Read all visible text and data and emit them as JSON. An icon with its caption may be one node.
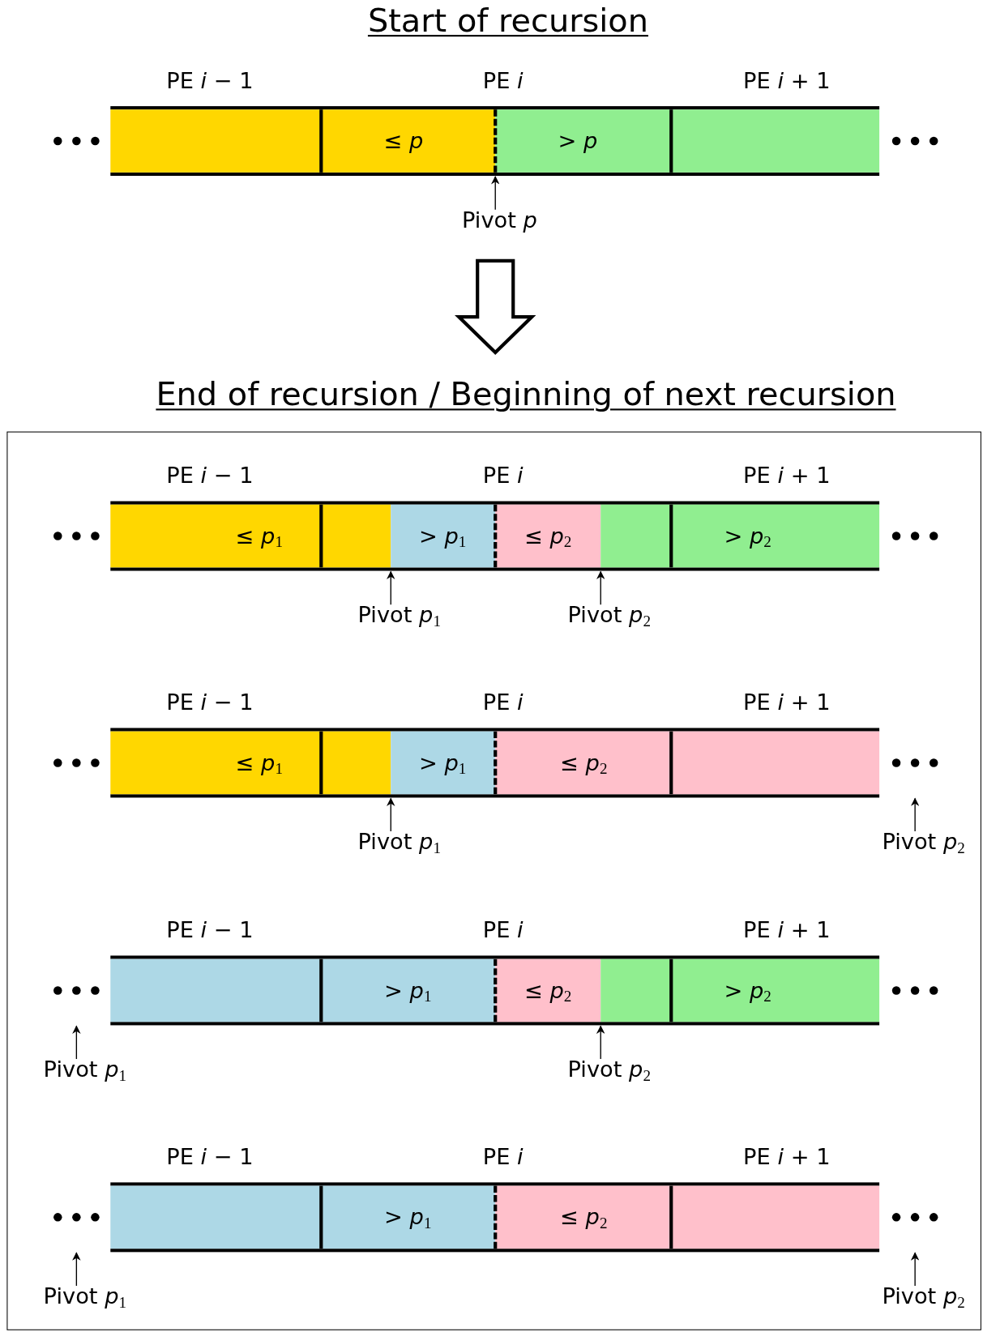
{
  "diagram": {
    "title": "Start of recursion",
    "nodes": [
      {
        "text": [],
        "shape": "bar"
      },
      {
        "text": [
          "≤ *p*"
        ],
        "in": 0
      },
      {
        "text": [
          "> *p*"
        ],
        "in": 0
      },
      {
        "text": [
          "Pivot *p*"
        ]
      },
      {
        "text": [
          "End of recursion / Beginning of next recursion"
        ]
      },
      {
        "text": [],
        "shape": "bar",
        "in": 4
      },
      {
        "text": [
          "≤ *p*$_{1}$"
        ],
        "in": 5
      },
      {
        "text": [
          "> *p*$_{1}$"
        ],
        "in": 5
      },
      {
        "text": [
          "≤ *p*$_{2}$"
        ],
        "in": 5
      },
      {
        "text": [
          "> *p*$_{2}$"
        ],
        "in": 5
      },
      {
        "text": [
          "Pivot *p*$_{1}$"
        ],
        "in": 4
      },
      {
        "text": [
          "Pivot *p*$_{2}$"
        ],
        "in": 4
      },
      {
        "text": [],
        "shape": "bar",
        "in": 4
      },
      {
        "text": [
          "≤ *p*$_{1}$"
        ],
        "in": 12
      },
      {
        "text": [
          "> *p*$_{1}$"
        ],
        "in": 12
      },
      {
        "text": [
          "≤ *p*$_{2}$"
        ],
        "in": 12
      },
      {
        "text": [
          "Pivot *p*$_{1}$"
        ],
        "in": 4
      },
      {
        "text": [
          "Pivot *p*$_{2}$"
        ],
        "in": 4
      },
      {
        "text": [],
        "shape": "bar",
        "in": 4
      },
      {
        "text": [
          "> *p*$_{1}$"
        ],
        "in": 18
      },
      {
        "text": [
          "≤ *p*$_{2}$"
        ],
        "in": 18
      },
      {
        "text": [
          "> *p*$_{2}$"
        ],
        "in": 18
      },
      {
        "text": [
          "Pivot *p*$_{1}$"
        ],
        "in": 4
      },
      {
        "text": [
          "Pivot *p*$_{2}$"
        ],
        "in": 4
      },
      {
        "text": [],
        "shape": "bar",
        "in": 4
      },
      {
        "text": [
          "> *p*$_{1}$"
        ],
        "in": 24
      },
      {
        "text": [
          "≤ *p*$_{2}$"
        ],
        "in": 24
      },
      {
        "text": [
          "Pivot *p*$_{1}$"
        ],
        "in": 4
      },
      {
        "text": [
          "Pivot *p*$_{2}$"
        ],
        "in": 4
      }
    ],
    "edges": [
      {
        "from": 0,
        "to": 4,
        "arrow": "to"
      },
      {
        "from": 3,
        "to": 2,
        "arrow": "to"
      },
      {
        "from": 10,
        "to": 7,
        "arrow": "to"
      },
      {
        "from": 11,
        "to": 8,
        "arrow": "to"
      },
      {
        "from": 16,
        "to": 14,
        "arrow": "to"
      },
      {
        "from": 17,
        "to": null,
        "arrow": "to"
      },
      {
        "from": 22,
        "to": null,
        "arrow": "to"
      },
      {
        "from": 23,
        "to": 20,
        "arrow": "to"
      },
      {
        "from": 27,
        "to": null,
        "arrow": "to"
      },
      {
        "from": 28,
        "to": null,
        "arrow": "to"
      }
    ],
    "labels": [
      "PE *i* − 1",
      "PE *i*",
      "PE *i* + 1",
      "PE *i* − 1",
      "PE *i*",
      "PE *i* + 1",
      "PE *i* − 1",
      "PE *i*",
      "PE *i* + 1",
      "PE *i* − 1",
      "PE *i*",
      "PE *i* + 1",
      "PE *i* − 1",
      "PE *i*",
      "PE *i* + 1"
    ]
  }
}
